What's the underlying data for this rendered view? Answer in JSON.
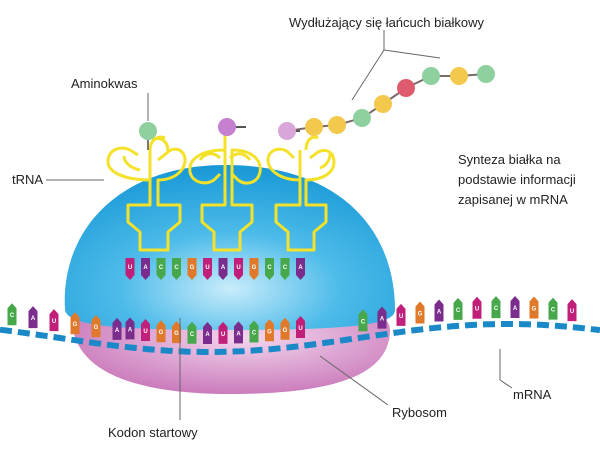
{
  "labels": {
    "growing_chain": "Wydłużający się łańcuch białkowy",
    "amino_acid": "Aminokwas",
    "trna": "tRNA",
    "mrna": "mRNA",
    "ribosome": "Rybosom",
    "start_codon": "Kodon startowy"
  },
  "description": [
    "Synteza białka na",
    "podstawie informacji",
    "zapisanej w mRNA"
  ],
  "colors": {
    "A": "#7b2d8e",
    "U": "#c0207a",
    "G": "#e07a2a",
    "C": "#46a84a",
    "ribosome_large": "#1fa3de",
    "ribosome_small": "#c879b7",
    "trna": "#f4e12a",
    "mrna_backbone": "#1b89c8"
  },
  "mrna_left": [
    "C",
    "A",
    "U",
    "G",
    "G",
    "A"
  ],
  "mrna_right": [
    "C",
    "A",
    "U",
    "G",
    "A",
    "C",
    "U",
    "C",
    "A",
    "G",
    "C",
    "U"
  ],
  "anticodon_up": [
    "U",
    "A",
    "C",
    "C",
    "G",
    "U",
    "A",
    "U",
    "G",
    "C",
    "C",
    "A"
  ],
  "codon_down": [
    "A",
    "U",
    "G",
    "G",
    "C",
    "A",
    "U",
    "A",
    "C",
    "G",
    "G",
    "U"
  ],
  "peptide_beads": [
    "#d8a6d8",
    "#f2c94c",
    "#f2c94c",
    "#8fd19e",
    "#f2c94c",
    "#e05a6e",
    "#8fd19e",
    "#f2c94c",
    "#8fd19e"
  ],
  "amino_acid_color": "#8fd19e",
  "incoming_amino_color": "#c77fd0"
}
